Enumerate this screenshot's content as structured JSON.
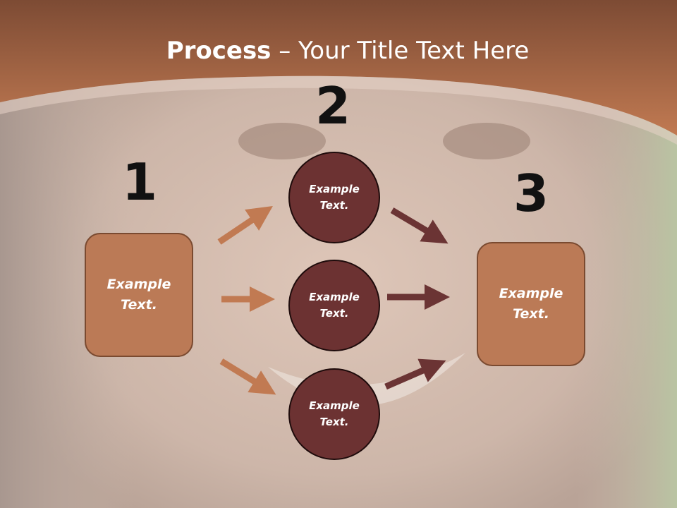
{
  "slide": {
    "title_bold": "Process",
    "title_rest": " – Your Title Text Here"
  },
  "steps": {
    "one": {
      "number": "1",
      "box_text": "Example Text."
    },
    "two": {
      "number": "2",
      "circle_top": "Example Text.",
      "circle_middle": "Example Text.",
      "circle_bottom": "Example Text."
    },
    "three": {
      "number": "3",
      "box_text": "Example Text."
    }
  },
  "colors": {
    "header": "#b87047",
    "box_fill": "#bb7a56",
    "circle_fill": "#6c3232",
    "arrow_light": "#c17a52",
    "arrow_dark": "#6b3434"
  }
}
